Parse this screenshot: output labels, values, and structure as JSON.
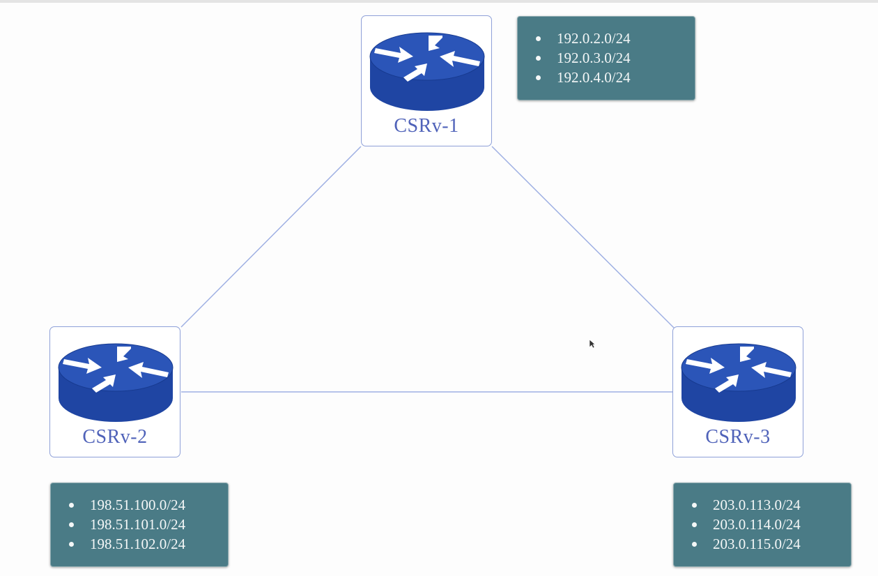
{
  "routers": [
    {
      "id": "r1",
      "label": "CSRv-1",
      "icon": "router-icon"
    },
    {
      "id": "r2",
      "label": "CSRv-2",
      "icon": "router-icon"
    },
    {
      "id": "r3",
      "label": "CSRv-3",
      "icon": "router-icon"
    }
  ],
  "links": [
    {
      "from": "CSRv-1",
      "to": "CSRv-2"
    },
    {
      "from": "CSRv-1",
      "to": "CSRv-3"
    },
    {
      "from": "CSRv-2",
      "to": "CSRv-3"
    }
  ],
  "subnets": {
    "csrv1": [
      "192.0.2.0/24",
      "192.0.3.0/24",
      "192.0.4.0/24"
    ],
    "csrv2": [
      "198.51.100.0/24",
      "198.51.101.0/24",
      "198.51.102.0/24"
    ],
    "csrv3": [
      "203.0.113.0/24",
      "203.0.114.0/24",
      "203.0.115.0/24"
    ]
  },
  "colors": {
    "router_body": "#1f45a3",
    "router_top": "#2b55b8",
    "router_border": "#8ea0d8",
    "router_label": "#4f62b9",
    "link_line": "#9fb0e3",
    "subnet_box": "#4a7b86",
    "subnet_text": "#f4f7f7"
  }
}
